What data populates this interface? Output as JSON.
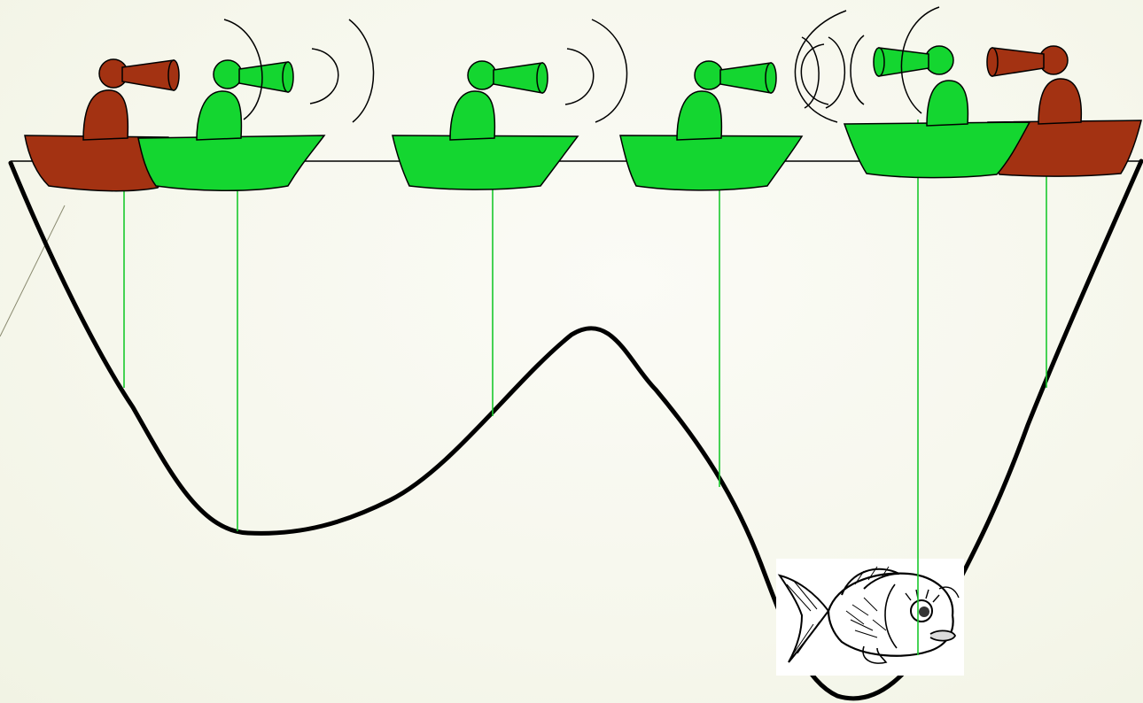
{
  "colors": {
    "background": "#f8f8ef",
    "search_boat": "#14d630",
    "other_boat": "#a33212",
    "seafloor": "#000000",
    "sounding_line": "#19c82d"
  },
  "icons": [
    "fish-icon",
    "speaker-horn-icon",
    "sound-wave-icon",
    "boat-icon"
  ],
  "boats": [
    {
      "id": "boat-1",
      "kind": "other",
      "facing": "right"
    },
    {
      "id": "boat-2",
      "kind": "search",
      "facing": "right",
      "emitting": true
    },
    {
      "id": "boat-3",
      "kind": "search",
      "facing": "right",
      "emitting": true
    },
    {
      "id": "boat-4",
      "kind": "search",
      "facing": "right",
      "emitting": true
    },
    {
      "id": "boat-5",
      "kind": "search",
      "facing": "left",
      "emitting": true
    },
    {
      "id": "boat-6",
      "kind": "other",
      "facing": "left"
    }
  ]
}
